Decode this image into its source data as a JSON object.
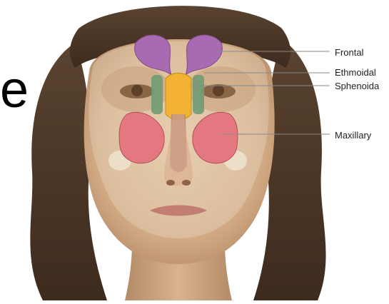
{
  "illustration": {
    "labels": {
      "frontal": "Frontal",
      "ethmoidal": "Ethmoidal",
      "sphenoidal": "Sphenoida",
      "maxillary": "Maxillary"
    },
    "slide_text_fragment": "e"
  },
  "colors": {
    "background": "#ffffff",
    "hair": "#4a3525",
    "skin": "#dcb894",
    "bone": "#e8ddc6",
    "frontal_sinus": "#a86bb1",
    "ethmoidal_sinus": "#6f9b74",
    "sphenoidal_sinus": "#f2b233",
    "maxillary_sinus": "#e37881",
    "leader_line": "#888888",
    "label_text": "#1f1f1f"
  }
}
